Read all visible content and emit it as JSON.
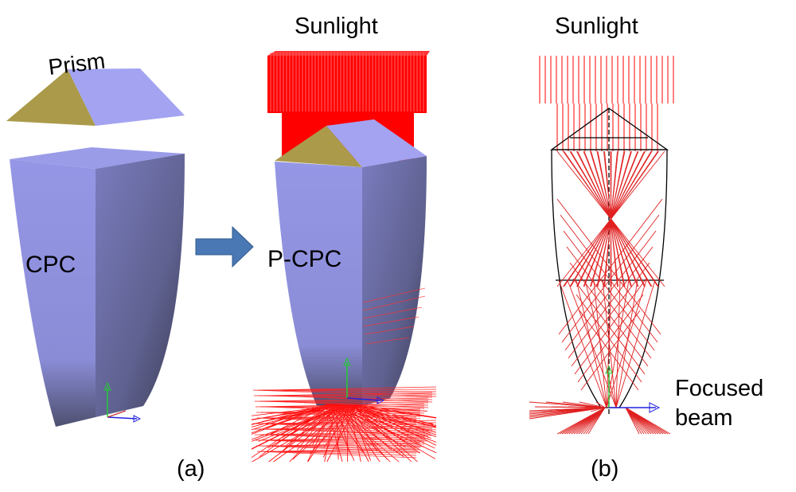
{
  "labels": {
    "prism": "Prism",
    "cpc": "CPC",
    "pcpc": "P-CPC",
    "sunlight_left": "Sunlight",
    "sunlight_right": "Sunlight",
    "focused_line1": "Focused",
    "focused_line2": "beam",
    "panel_a": "(a)",
    "panel_b": "(b)"
  },
  "colors": {
    "cpc_face": "#9496e4",
    "cpc_side": "#6a6ca8",
    "prism_face": "#a3a3f2",
    "prism_side": "#aa9a4a",
    "ray": "#ff0000",
    "arrow": "#4a78b4",
    "outline": "#000000"
  },
  "icons": [
    "right-arrow-icon",
    "axis-triad-icon"
  ]
}
